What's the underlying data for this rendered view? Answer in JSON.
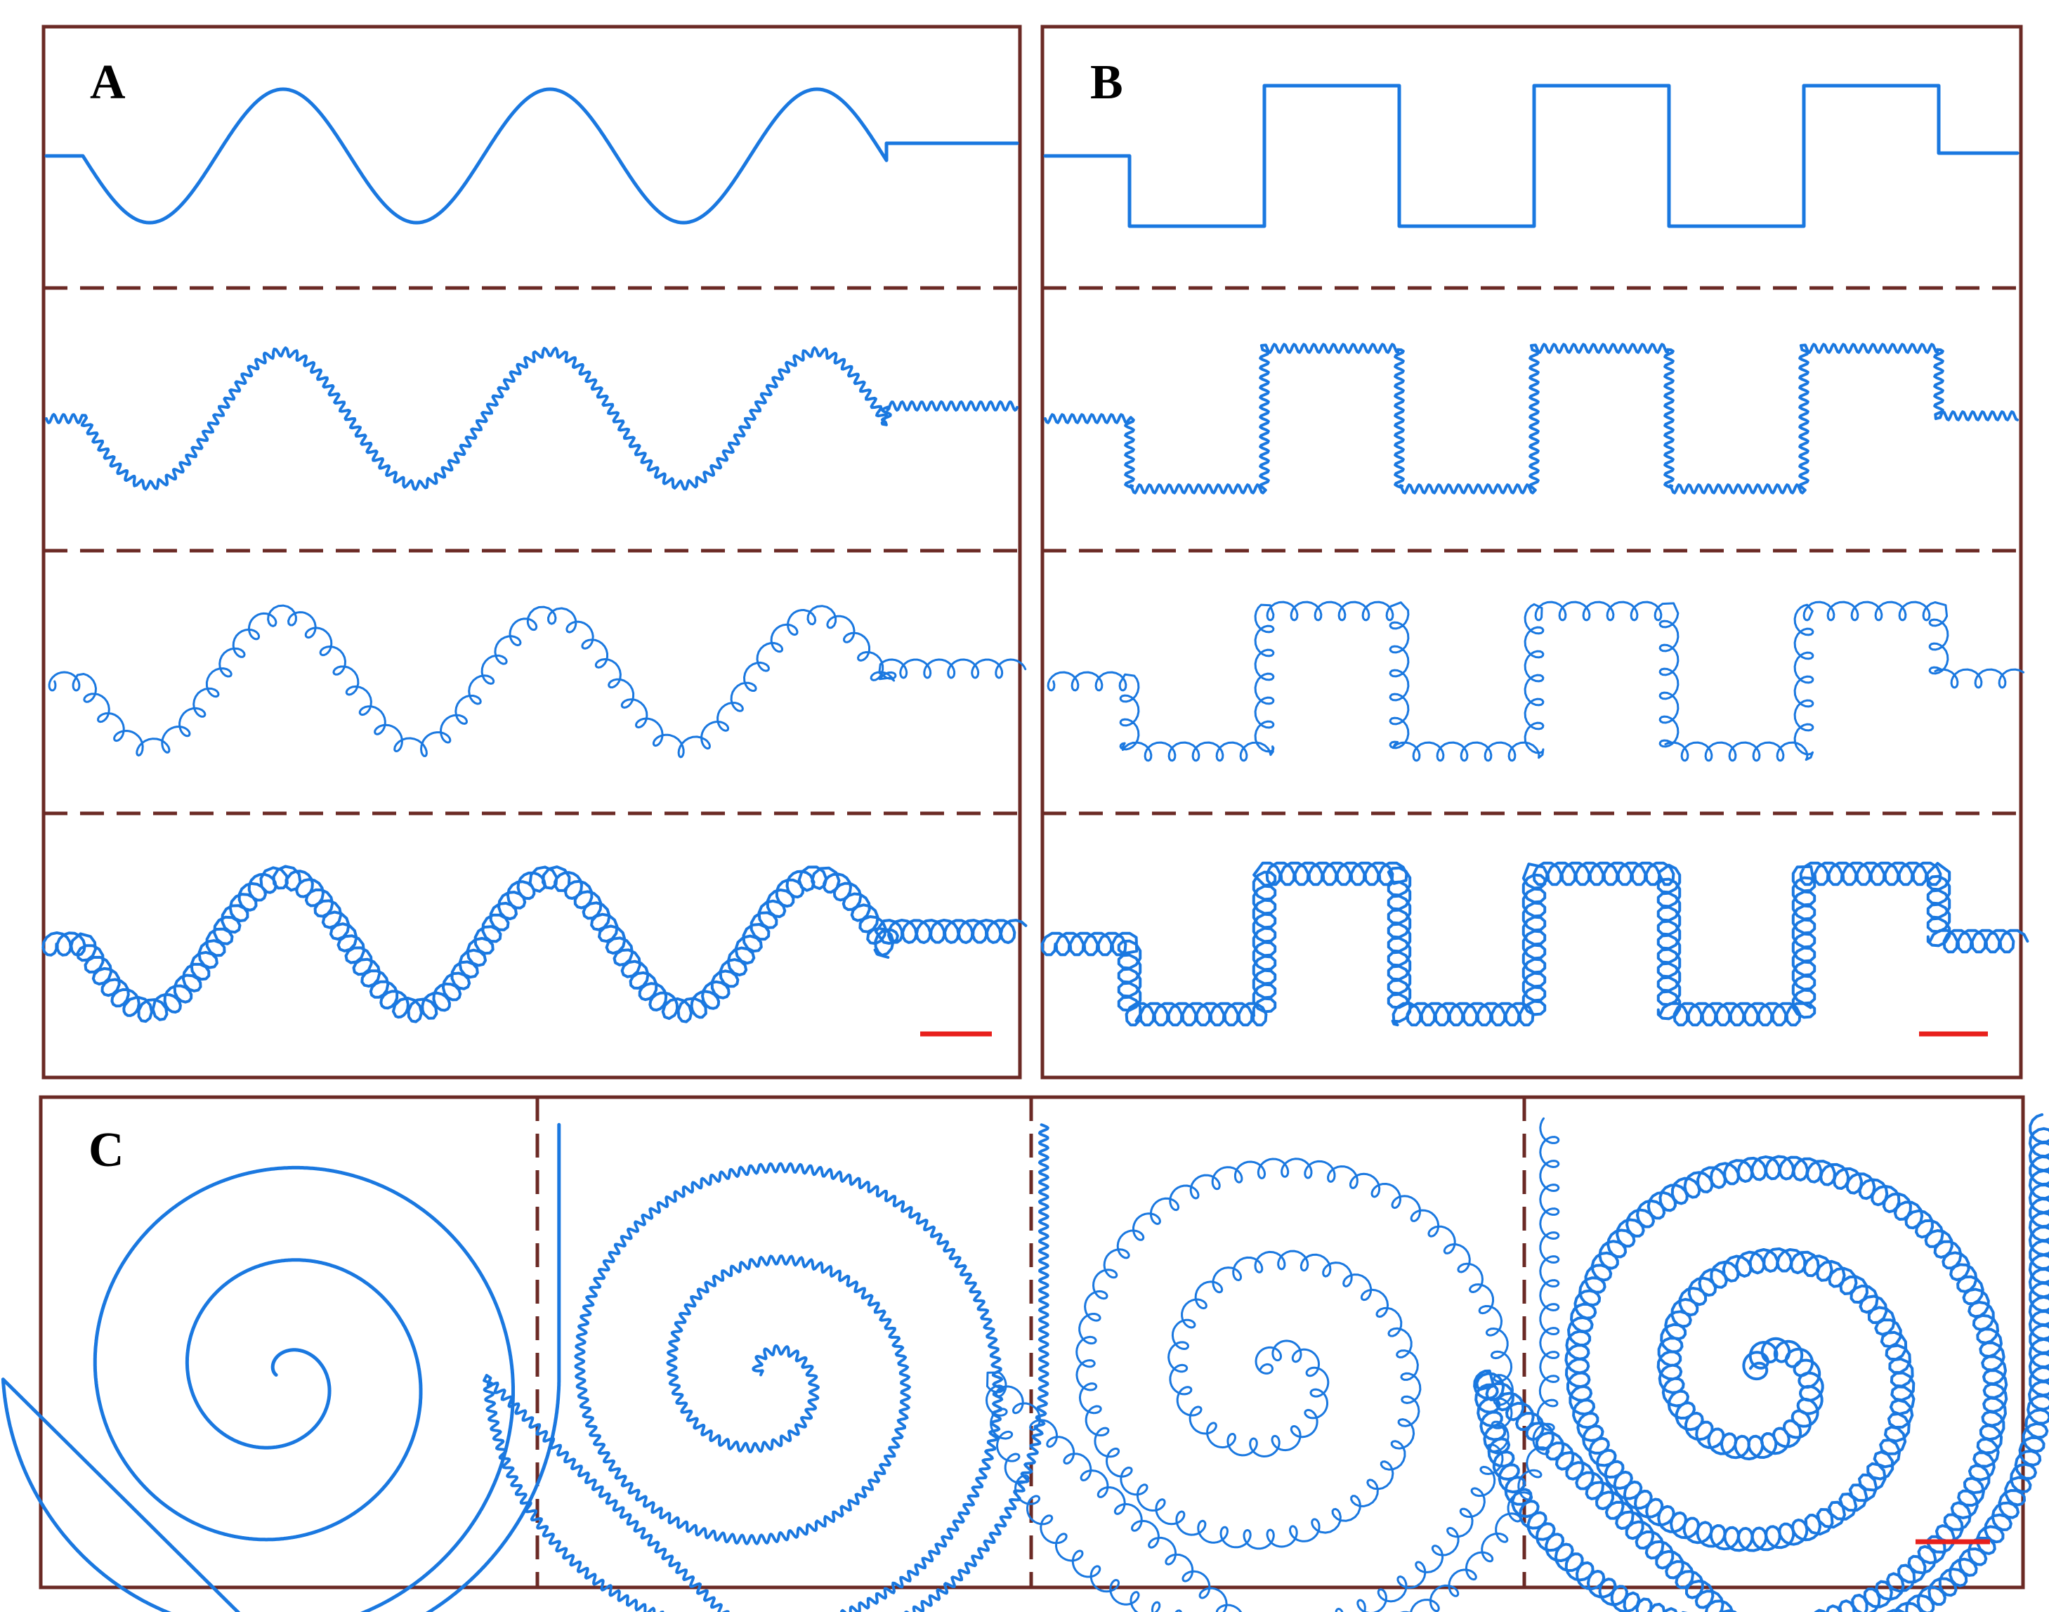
{
  "figure": {
    "panels": [
      {
        "id": "A",
        "label": "A",
        "shape": "sine-wave",
        "rows": [
          "straight",
          "wavy",
          "loose-helix",
          "tight-helix"
        ]
      },
      {
        "id": "B",
        "label": "B",
        "shape": "square-wave",
        "rows": [
          "straight",
          "wavy",
          "loose-helix",
          "tight-helix"
        ]
      },
      {
        "id": "C",
        "label": "C",
        "shape": "spiral",
        "columns": [
          "straight",
          "wavy",
          "loose-helix",
          "tight-helix"
        ]
      }
    ],
    "colors": {
      "trace": "#1a78e0",
      "frame": "#6b2a25",
      "scale_bar": "#e8201c",
      "background": "#ffffff",
      "label": "#000000"
    }
  }
}
